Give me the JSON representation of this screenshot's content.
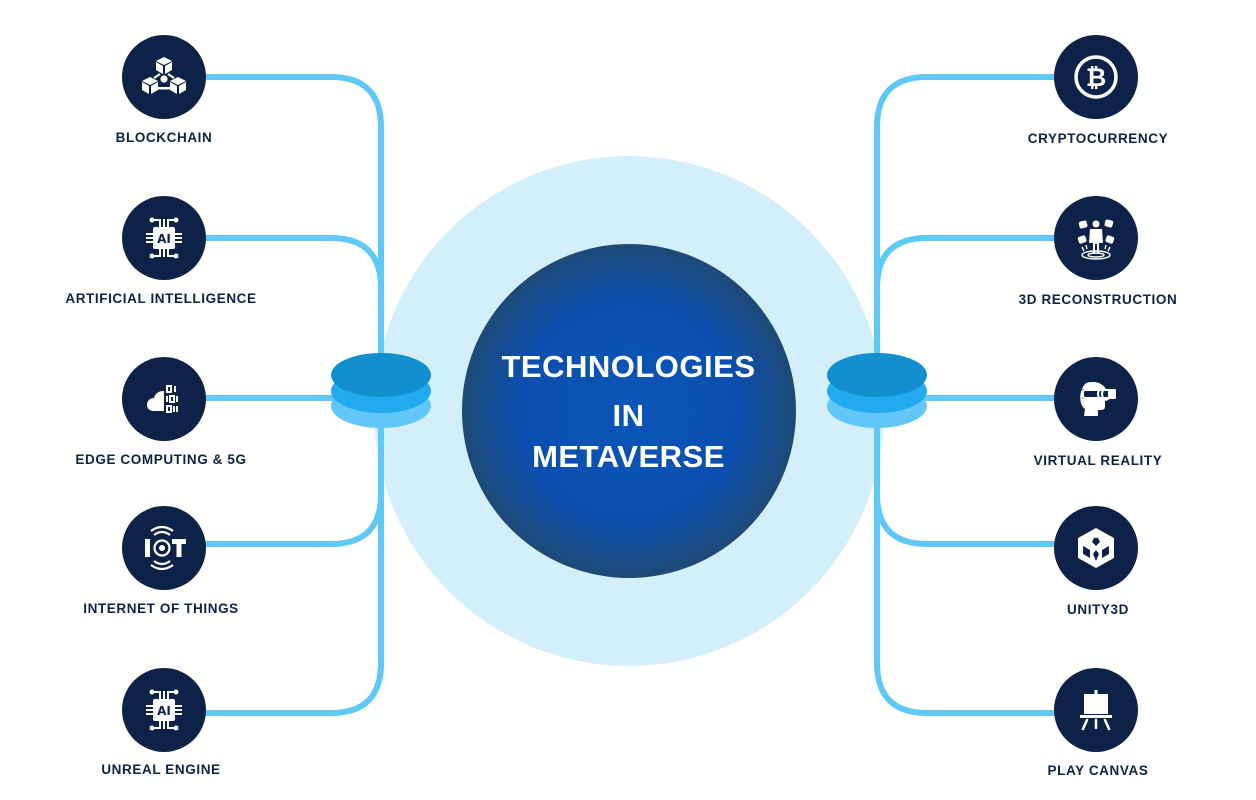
{
  "center": {
    "line1": "TECHNOLOGIES",
    "line2": "IN",
    "line3": "METAVERSE"
  },
  "colors": {
    "node_fill": "#0c2248",
    "label_text": "#0c2248",
    "connector": "#5ec8f7",
    "halo": "#d4effc",
    "core_center": "#0b55b8",
    "core_edge": "#1d4a78",
    "disc_top": "#128fcf",
    "disc_mid": "#22aaf0",
    "disc_bottom": "#63c6f8"
  },
  "left": [
    {
      "label": "BLOCKCHAIN",
      "icon": "blockchain-cubes-icon"
    },
    {
      "label": "ARTIFICIAL INTELLIGENCE",
      "icon": "ai-chip-icon"
    },
    {
      "label": "EDGE COMPUTING & 5G",
      "icon": "cloud-binary-icon"
    },
    {
      "label": "INTERNET OF THINGS",
      "icon": "iot-signal-icon"
    },
    {
      "label": "UNREAL ENGINE",
      "icon": "ai-chip-icon"
    }
  ],
  "right": [
    {
      "label": "CRYPTOCURRENCY",
      "icon": "bitcoin-icon"
    },
    {
      "label": "3D RECONSTRUCTION",
      "icon": "person-3d-objects-icon"
    },
    {
      "label": "VIRTUAL REALITY",
      "icon": "vr-headset-icon"
    },
    {
      "label": "UNITY3D",
      "icon": "unity-cube-icon"
    },
    {
      "label": "PLAY CANVAS",
      "icon": "easel-canvas-icon"
    }
  ]
}
